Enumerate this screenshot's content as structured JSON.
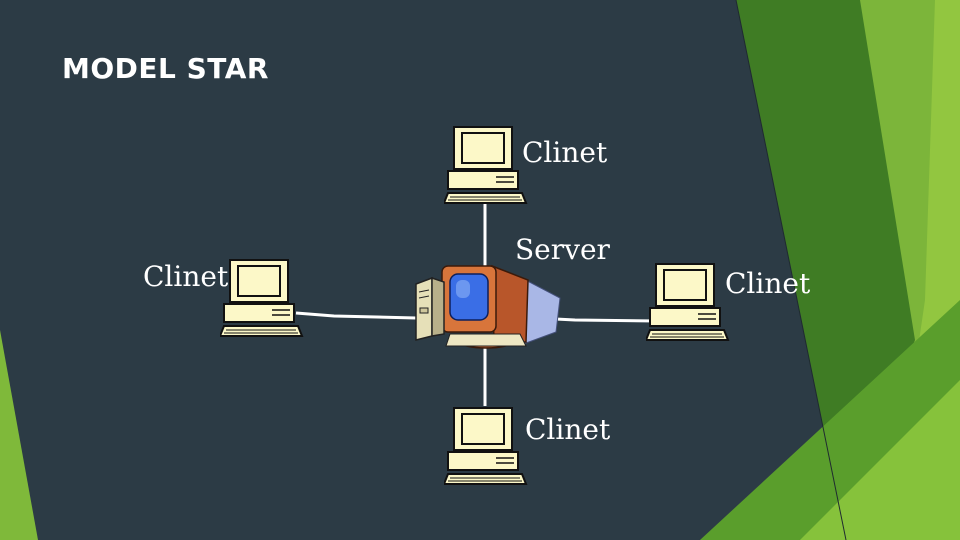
{
  "slide": {
    "title": "MODEL STAR"
  },
  "diagram": {
    "topology": "star",
    "server": {
      "label": "Server",
      "icon": "server-computer-icon"
    },
    "clients": [
      {
        "label": "Clinet",
        "icon": "client-computer-icon"
      },
      {
        "label": "Clinet",
        "icon": "client-computer-icon"
      },
      {
        "label": "Clinet",
        "icon": "client-computer-icon"
      },
      {
        "label": "Clinet",
        "icon": "client-computer-icon"
      }
    ]
  },
  "colors": {
    "background": "#2c3b45",
    "accent_green": "#8ac43f",
    "dark_green": "#3e7a23",
    "monitor_beige": "#fcf8c8",
    "server_orange": "#cc6a35",
    "screen_blue": "#3a6ee6",
    "link_line": "#ffffff"
  }
}
